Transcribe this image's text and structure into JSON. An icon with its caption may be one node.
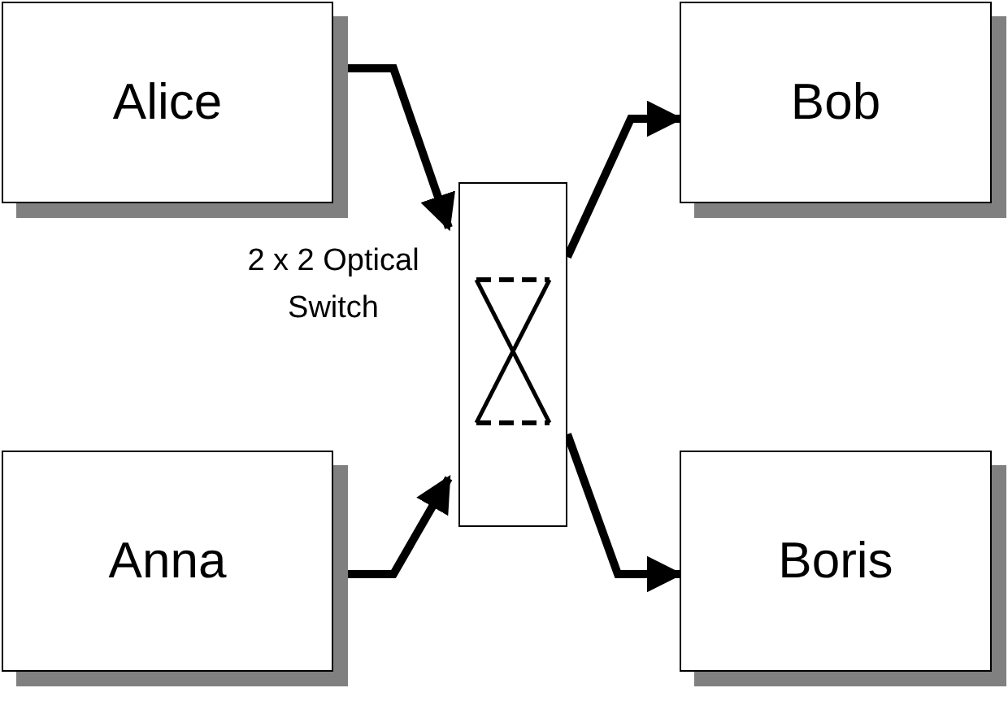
{
  "diagram": {
    "nodes": [
      {
        "text": [
          "Alice"
        ]
      },
      {
        "text": [
          "Bob"
        ]
      },
      {
        "text": [],
        "shape": "box"
      },
      {
        "text": [
          "Anna"
        ]
      },
      {
        "text": [
          "Boris"
        ]
      }
    ],
    "edges": [
      {
        "from": 0,
        "to": 2,
        "arrow": "to"
      },
      {
        "from": 3,
        "to": 2,
        "arrow": "to"
      },
      {
        "from": 2,
        "to": 1,
        "arrow": "to"
      },
      {
        "from": 2,
        "to": 4,
        "arrow": "to"
      }
    ],
    "labels": [
      "2 x 2 Optical Switch"
    ]
  }
}
